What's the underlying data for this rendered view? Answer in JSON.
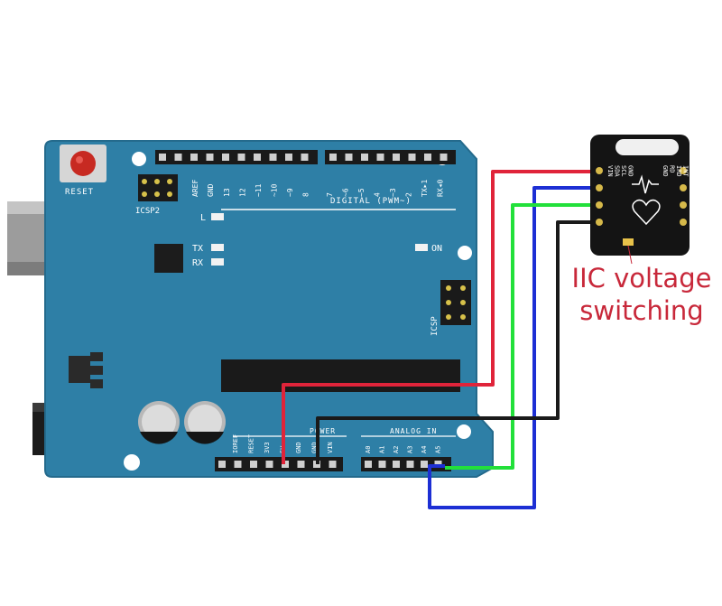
{
  "board": {
    "reset_label": "RESET",
    "icsp2_label": "ICSP2",
    "icsp_label": "ICSP",
    "digital_label": "DIGITAL (PWM~)",
    "aref_label": "AREF",
    "gnd_label": "GND",
    "digital_pins": [
      "13",
      "12",
      "~11",
      "~10",
      "~9",
      "8",
      "7",
      "~6",
      "~5",
      "4",
      "~3",
      "2",
      "TX▸1",
      "RX◂0"
    ],
    "led_labels": {
      "l": "L",
      "tx": "TX",
      "rx": "RX",
      "on": "ON"
    },
    "power_label": "POWER",
    "power_pins": [
      "IOREF",
      "RESET",
      "3V3",
      "5V",
      "GND",
      "GND",
      "VIN"
    ],
    "analog_label": "ANALOG IN",
    "analog_pins": [
      "A0",
      "A1",
      "A2",
      "A3",
      "A4",
      "A5"
    ]
  },
  "sensor": {
    "pin_labels": [
      "VIN",
      "SDA",
      "SCL",
      "GND"
    ],
    "right_labels": [
      "GND",
      "RD",
      "IRD",
      "INT"
    ]
  },
  "annotation": {
    "line1": "IIC voltage",
    "line2": "switching"
  },
  "colors": {
    "board": "#2e7fa6",
    "red_wire": "#e0243a",
    "blue_wire": "#1d2fd4",
    "green_wire": "#22e03a",
    "black_wire": "#1a1a1a",
    "note": "#c8283a"
  }
}
